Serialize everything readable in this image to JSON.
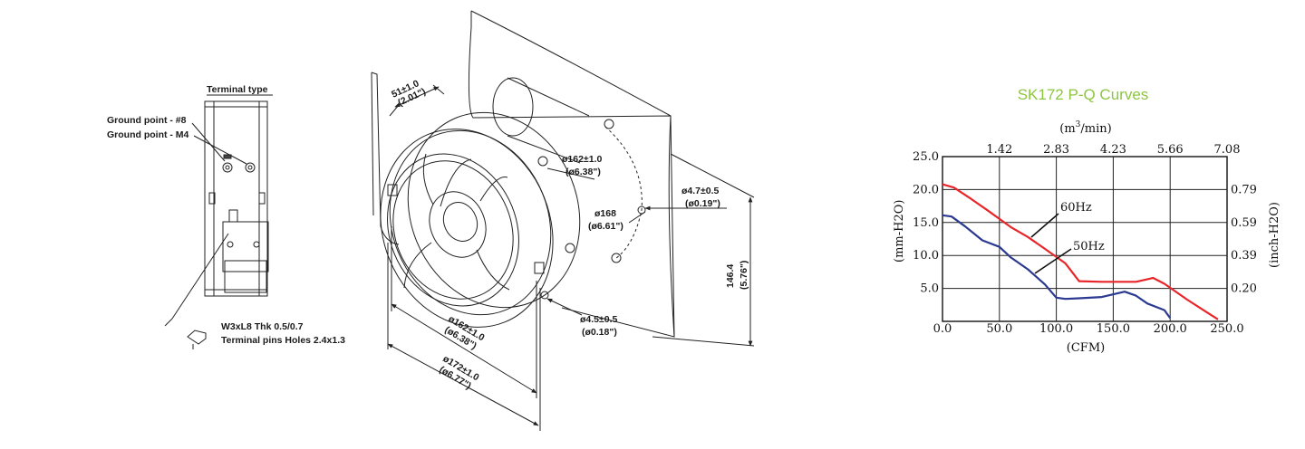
{
  "terminal_view": {
    "title": "Terminal type",
    "ground_1": "Ground point - #8",
    "ground_2": "Ground point - M4",
    "pin_spec": "W3xL8  Thk 0.5/0.7",
    "pin_holes": "Terminal pins Holes 2.4x1.3"
  },
  "fan_view": {
    "depth": "51±1.0",
    "depth_in": "(2.01\")",
    "d162_top": "ø162±1.0",
    "d162_top_in": "(ø6.38\")",
    "d168": "ø168",
    "d168_in": "(ø6.61\")",
    "hole47": "ø4.7±0.5",
    "hole47_in": "(ø0.19\")",
    "height": "146.4",
    "height_in": "(5.76\")",
    "hole45": "ø4.5±0.5",
    "hole45_in": "(ø0.18\")",
    "d162_bot": "ø162±1.0",
    "d162_bot_in": "(ø6.38\")",
    "d172": "ø172±1.0",
    "d172_in": "(ø6.77\")"
  },
  "chart_data": {
    "type": "line",
    "title": "SK172 P-Q Curves",
    "title_color": "#8dc63f",
    "xlabel": "(CFM)",
    "x2label_pre": "(m",
    "x2label_sup": "3",
    "x2label_post": "/min)",
    "ylabel": "(mm-H2O)",
    "y2label": "(inch-H2O)",
    "xlim": [
      0,
      250
    ],
    "ylim": [
      0,
      25
    ],
    "x_ticks": [
      "0.0",
      "50.0",
      "100.0",
      "150.0",
      "200.0",
      "250.0"
    ],
    "x2_ticks": [
      "1.42",
      "2.83",
      "4.23",
      "5.66",
      "7.08"
    ],
    "y_ticks": [
      "25.0",
      "20.0",
      "15.0",
      "10.0",
      "5.0"
    ],
    "y2_ticks": [
      "0.79",
      "0.59",
      "0.39",
      "0.20"
    ],
    "grid": true,
    "series": [
      {
        "name": "60Hz",
        "color": "#e8262a",
        "x": [
          0,
          10,
          25,
          40,
          60,
          75,
          90,
          108,
          120,
          140,
          160,
          170,
          185,
          195,
          215,
          232,
          242
        ],
        "y": [
          20.8,
          20.3,
          18.6,
          16.8,
          14.3,
          12.8,
          11.0,
          8.8,
          6.1,
          6.0,
          6.0,
          6.0,
          6.6,
          5.7,
          3.3,
          1.4,
          0.3
        ]
      },
      {
        "name": "50Hz",
        "color": "#2b3990",
        "x": [
          0,
          8,
          20,
          35,
          50,
          60,
          75,
          90,
          100,
          108,
          120,
          140,
          160,
          170,
          180,
          195,
          200
        ],
        "y": [
          16.1,
          15.9,
          14.4,
          12.3,
          11.3,
          9.7,
          7.9,
          5.6,
          3.6,
          3.4,
          3.5,
          3.7,
          4.5,
          3.9,
          2.7,
          1.7,
          0.5
        ]
      }
    ]
  }
}
